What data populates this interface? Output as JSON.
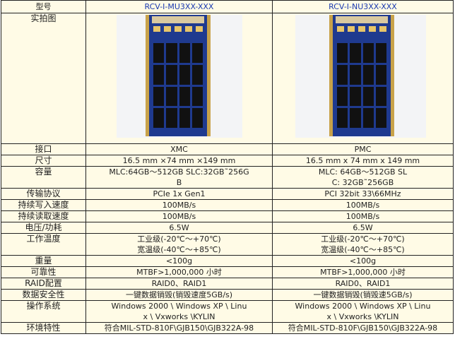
{
  "header": {
    "label": "型号",
    "models": [
      "RCV-I-MU3XX-XXX",
      "RCV-I-NU3XX-XXX"
    ]
  },
  "photo_label": "实拍图",
  "rows": [
    {
      "label": "接口",
      "a": "XMC",
      "b": "PMC"
    },
    {
      "label": "尺寸",
      "a": "16.5 mm ×74 mm ×149 mm",
      "b": "16.5 mm x 74 mm x 149 mm"
    },
    {
      "label": "容量",
      "a1": "MLC:64GB～512GB        SLC:32GB˜256G",
      "a2": "B",
      "b1": "MLC: 64GB～512GB                   SL",
      "b2": "C: 32GB˜256GB"
    },
    {
      "label": "传输协议",
      "a": "PCIe 1x Gen1",
      "b": "PCI 32bit 33\\66MHz"
    },
    {
      "label": "持续写入速度",
      "a": "100MB/s",
      "b": "100MB/s"
    },
    {
      "label": "持续读取速度",
      "a": "100MB/s",
      "b": "100MB/s"
    },
    {
      "label": "电压/功耗",
      "a": "6.5W",
      "b": "6.5W"
    },
    {
      "label": "工作温度",
      "a1": "工业级(-20℃～+70℃)",
      "a2": "宽温级(-40℃～+85℃)",
      "b1": "工业级(-20℃～+70℃)",
      "b2": "宽温级(-40℃～+85℃)"
    },
    {
      "label": "重量",
      "a": "<100g",
      "b": "<100g"
    },
    {
      "label": "可靠性",
      "a": "MTBF>1,000,000 小时",
      "b": "MTBF>1,000,000 小时"
    },
    {
      "label": "RAID配置",
      "a": "RAID0、RAID1",
      "b": "RAID0、RAID1"
    },
    {
      "label": "数据安全性",
      "a": "一键数据销毁(销毁速度5GB/s)",
      "b": "一键数据销毁(销毁速5GB/s)"
    },
    {
      "label": "操作系统",
      "a1": "Windows 2000 \\ Windows XP \\ Linu",
      "a2": "x \\ Vxworks \\KYLIN",
      "b1": "Windows 2000 \\ Windows XP \\ Linu",
      "b2": "x \\ Vxworks \\KYLIN"
    },
    {
      "label": "环境特性",
      "a": "符合MIL-STD-810F\\GJB150\\GJB322A-98",
      "b": "符合MIL-STD-810F\\GJB150\\GJB322A-98"
    }
  ]
}
